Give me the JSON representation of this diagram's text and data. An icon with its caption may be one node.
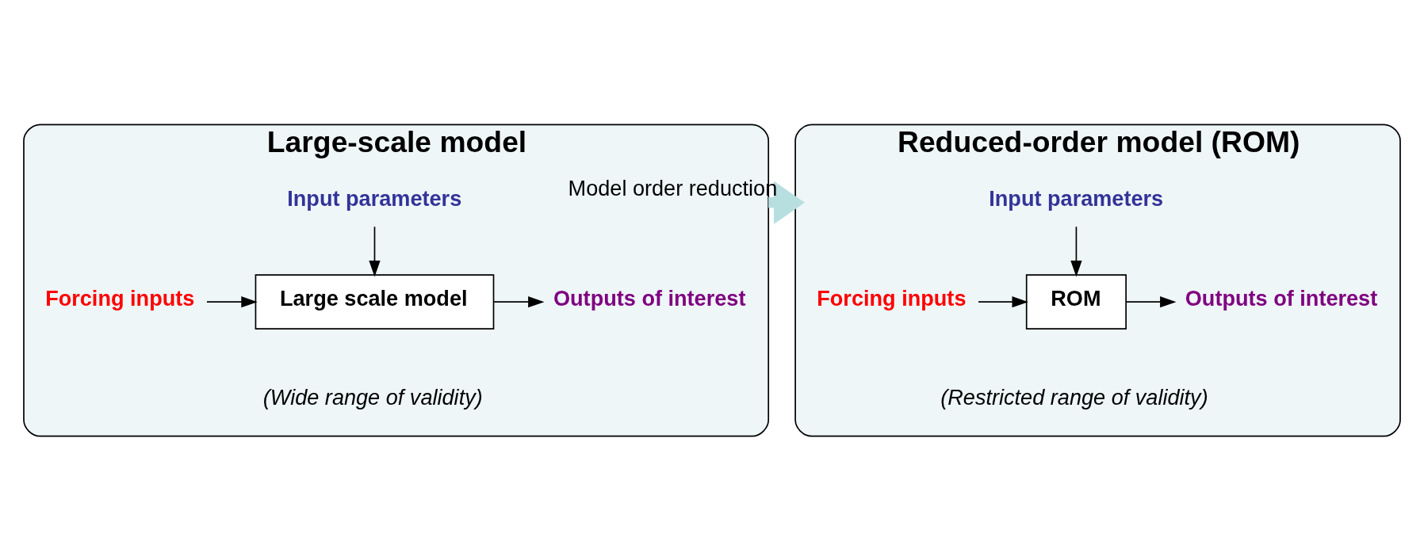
{
  "diagram": {
    "nodes": [
      {
        "text": [
          "Large-scale model"
        ]
      },
      {
        "text": [
          "Input parameters"
        ],
        "in": 0
      },
      {
        "text": [
          "Forcing inputs"
        ],
        "in": 0
      },
      {
        "text": [
          "Large scale model"
        ],
        "in": 0,
        "beside": [
          "(Wide range of validity)"
        ]
      },
      {
        "text": [
          "Outputs of interest"
        ],
        "in": 0
      },
      {
        "text": [
          "Reduced-order model (ROM)"
        ]
      },
      {
        "text": [
          "Input parameters"
        ],
        "in": 5
      },
      {
        "text": [
          "Forcing inputs"
        ],
        "in": 5
      },
      {
        "text": [
          "ROM"
        ],
        "in": 5,
        "beside": [
          "(Restricted range of validity)"
        ]
      },
      {
        "text": [
          "Outputs of interest"
        ],
        "in": 5
      }
    ],
    "edges": [
      {
        "from": 1,
        "to": 3,
        "arrow": "to"
      },
      {
        "from": 2,
        "to": 3,
        "arrow": "to"
      },
      {
        "from": 3,
        "to": 4,
        "arrow": "to"
      },
      {
        "from": 0,
        "to": 5,
        "arrow": "to",
        "label": "Model order reduction",
        "style": "thick",
        "color": "#b8dfe0"
      },
      {
        "from": 6,
        "to": 8,
        "arrow": "to"
      },
      {
        "from": 7,
        "to": 8,
        "arrow": "to"
      },
      {
        "from": 8,
        "to": 9,
        "arrow": "to"
      }
    ]
  }
}
